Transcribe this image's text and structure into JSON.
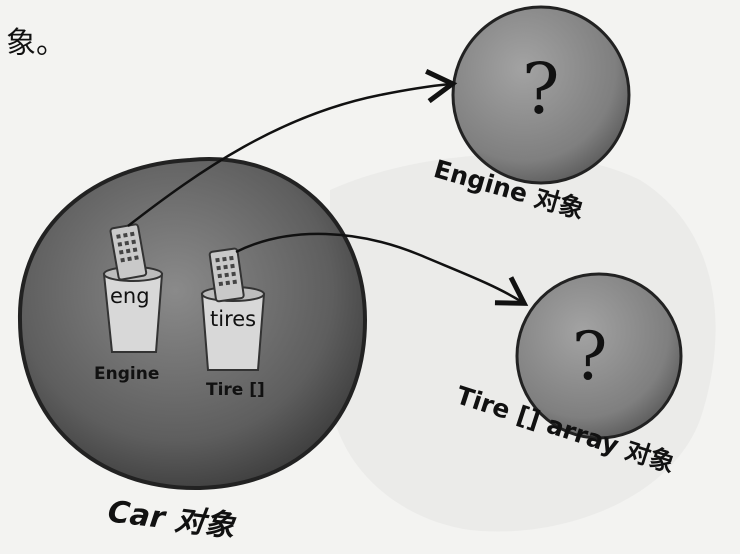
{
  "intro_text": "象。",
  "car_label": "Car 对象",
  "engine_object_label": "Engine 对象",
  "tire_array_label": "Tire [] array 对象",
  "unknown_mark": "?",
  "variables": [
    {
      "name": "eng",
      "type": "Engine"
    },
    {
      "name": "tires",
      "type": "Tire []"
    }
  ],
  "colors": {
    "background": "#f3f3f1",
    "object_fill": "#6e6e6e",
    "small_object_fill": "#8c8c8c",
    "ink": "#111111",
    "cup": "#d8d8d8"
  }
}
